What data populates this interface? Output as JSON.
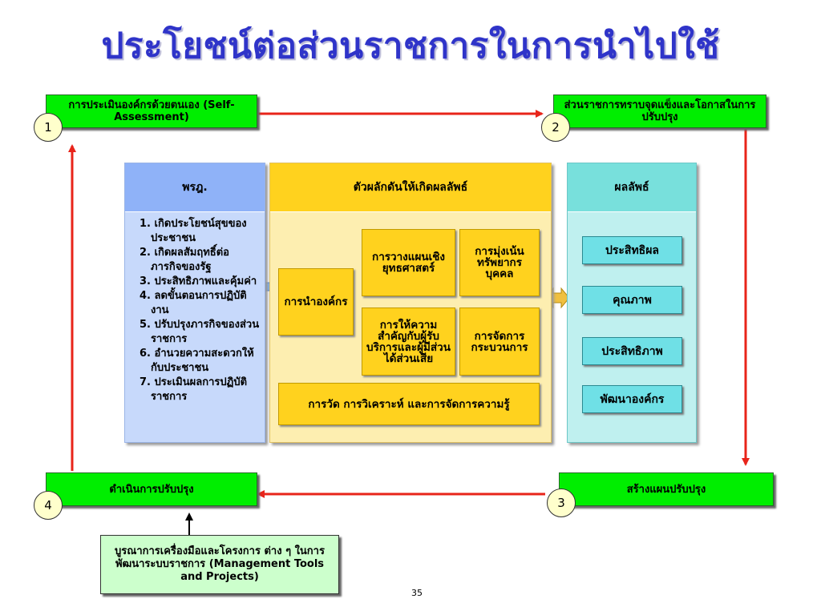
{
  "title": "ประโยชน์ต่อส่วนราชการในการนำไปใช้",
  "steps": [
    {
      "num": "1",
      "text": "การประเมินองค์กรด้วยตนเอง (Self-Assessment)"
    },
    {
      "num": "2",
      "text": "ส่วนราชการทราบจุดแข็งและโอกาสในการปรับปรุง"
    },
    {
      "num": "3",
      "text": "สร้างแผนปรับปรุง"
    },
    {
      "num": "4",
      "text": "ดำเนินการปรับปรุง"
    }
  ],
  "decree": {
    "title": "พรฎ.",
    "items": [
      "1. เกิดประโยชน์สุขของประชาชน",
      "2. เกิดผลสัมฤทธิ์ต่อภารกิจของรัฐ",
      "3. ประสิทธิภาพและคุ้มค่า",
      "4. ลดขั้นตอนการปฏิบัติงาน",
      "5. ปรับปรุงภารกิจของส่วนราชการ",
      "6. อำนวยความสะดวกให้กับประชาชน",
      "7. ประเมินผลการปฏิบัติราชการ"
    ]
  },
  "drivers": {
    "title": "ตัวผลักดันให้เกิดผลลัพธ์",
    "leadership": "การนำองค์กร",
    "strategy": "การวางแผนเชิงยุทธศาสตร์",
    "hr": "การมุ่งเน้นทรัพยากรบุคคล",
    "customer": "การให้ความสำคัญกับผู้รับบริการและผู้มีส่วนได้ส่วนเสีย",
    "process": "การจัดการกระบวนการ",
    "measurement": "การวัด การวิเคราะห์ และการจัดการความรู้"
  },
  "results": {
    "title": "ผลลัพธ์",
    "items": [
      "ประสิทธิผล",
      "คุณภาพ",
      "ประสิทธิภาพ",
      "พัฒนาองค์กร"
    ]
  },
  "tools": "บูรณาการเครื่องมือและโครงการ ต่าง ๆ ในการพัฒนาระบบราชการ (Management Tools and Projects)",
  "page_number": "35",
  "colors": {
    "title": "#2f34c9",
    "step_box": "#00ee00",
    "arrow": "#e8241a",
    "decree_head": "#8fb2f8",
    "decree_body": "#c7d9fb",
    "driver_head": "#ffd21e",
    "driver_body": "#fdeeb0",
    "result_head": "#78e0dc",
    "result_body": "#bff0ef",
    "tools_box": "#ccffcc"
  }
}
